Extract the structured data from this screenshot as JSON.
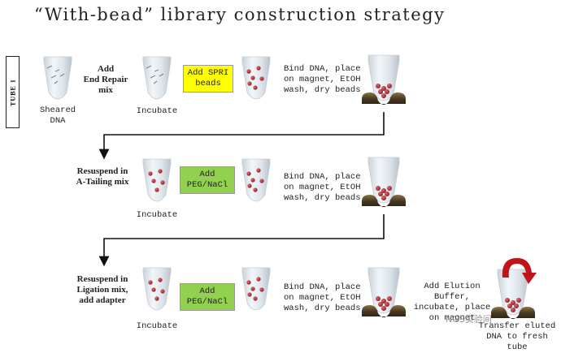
{
  "title": "“With-bead”  library construction strategy",
  "tube_label": "TUBE 1",
  "row1": {
    "step1_label": "Add\nEnd Repair\nmix",
    "tube1_caption": "Sheared\nDNA",
    "tube2_caption": "Incubate",
    "box_label": "Add SPRI\nbeads",
    "bind_label": "Bind DNA, place\non magnet, EtOH\nwash, dry beads"
  },
  "row2": {
    "step_label": "Resuspend in\nA-Tailing mix",
    "tube_caption": "Incubate",
    "box_label": "Add\nPEG/NaCl",
    "bind_label": "Bind DNA, place\non magnet, EtOH\nwash, dry beads"
  },
  "row3": {
    "step_label": "Resuspend in\nLigation mix,\nadd adapter",
    "tube_caption": "Incubate",
    "box_label": "Add\nPEG/NaCl",
    "bind_label": "Bind DNA, place\non magnet, EtOH\nwash, dry beads",
    "elution_label": "Add Elution\nBuffer,\nincubate, place\non magnet",
    "final_label": "Transfer eluted\nDNA to fresh tube"
  },
  "watermark": "NGS实验间",
  "colors": {
    "yellow_box": "#ffff00",
    "green_box": "#92d050",
    "bead": "#a8252c",
    "magnet": "#4a3a22",
    "arrow": "#111111"
  },
  "icons": [
    "tube-icon",
    "magnet-icon",
    "bead-icon",
    "arrow-icon",
    "elution-arrow-icon"
  ]
}
